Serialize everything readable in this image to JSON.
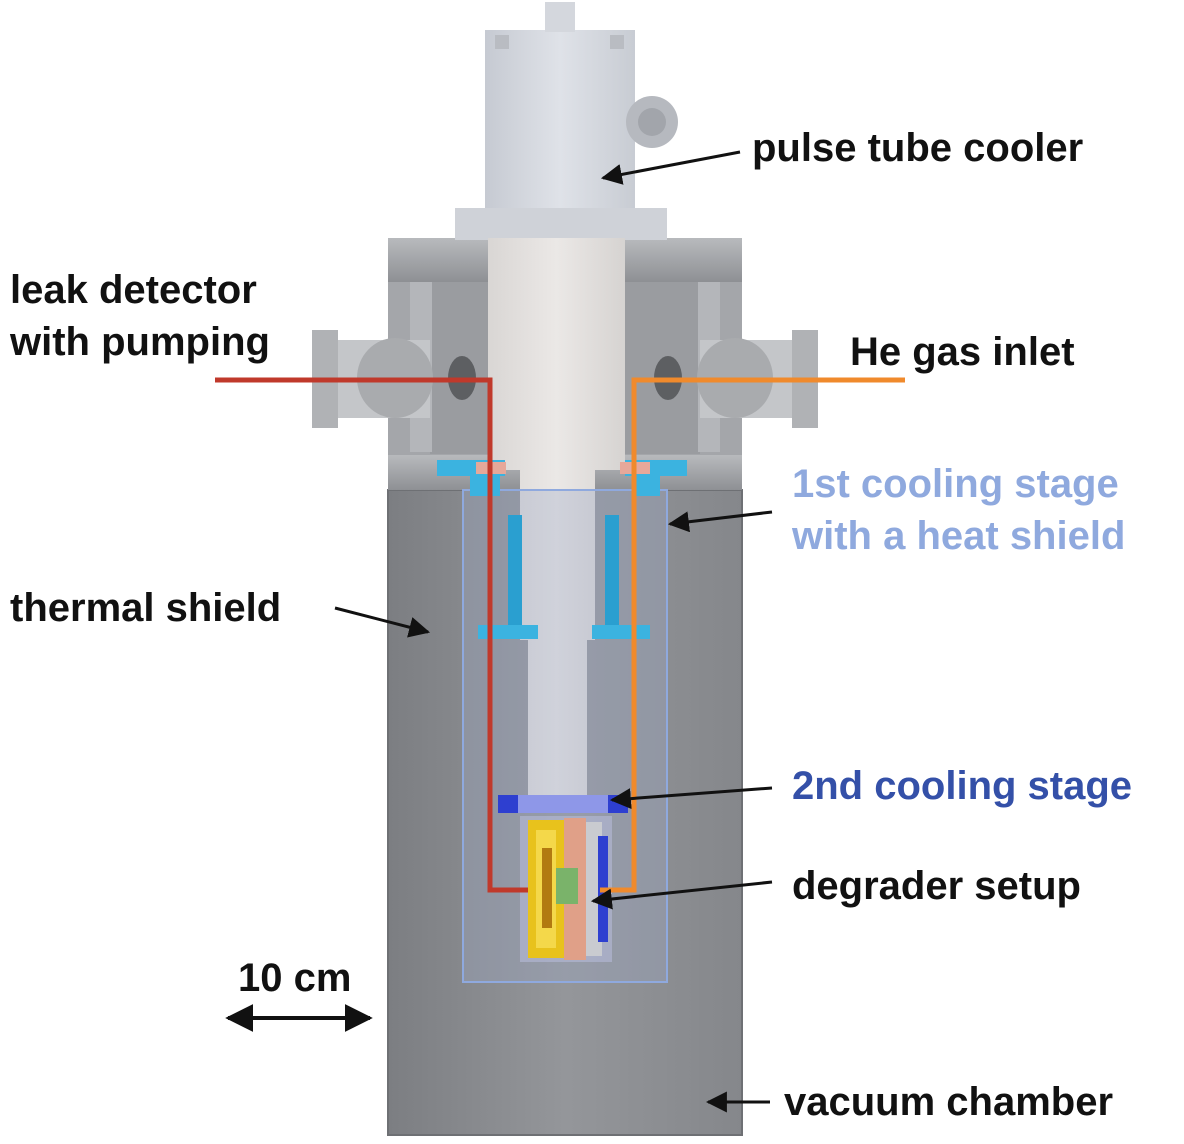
{
  "labels": {
    "pulse_tube_cooler": "pulse tube cooler",
    "leak_detector": [
      "leak detector",
      "with pumping"
    ],
    "he_gas_inlet": "He gas inlet",
    "first_cooling_stage": [
      "1st cooling stage",
      "with a heat shield"
    ],
    "thermal_shield": "thermal shield",
    "second_cooling_stage": "2nd cooling stage",
    "degrader_setup": "degrader setup",
    "scale_bar": "10 cm",
    "vacuum_chamber": "vacuum chamber"
  },
  "colors": {
    "text": "#111111",
    "first_stage_label": "#8FA9DE",
    "second_stage_label": "#3450A8",
    "leak_line": "#C0392B",
    "he_line": "#F08A2C",
    "first_stage_part": "#3BB3E0",
    "second_stage_part": "#2E3FD0"
  }
}
